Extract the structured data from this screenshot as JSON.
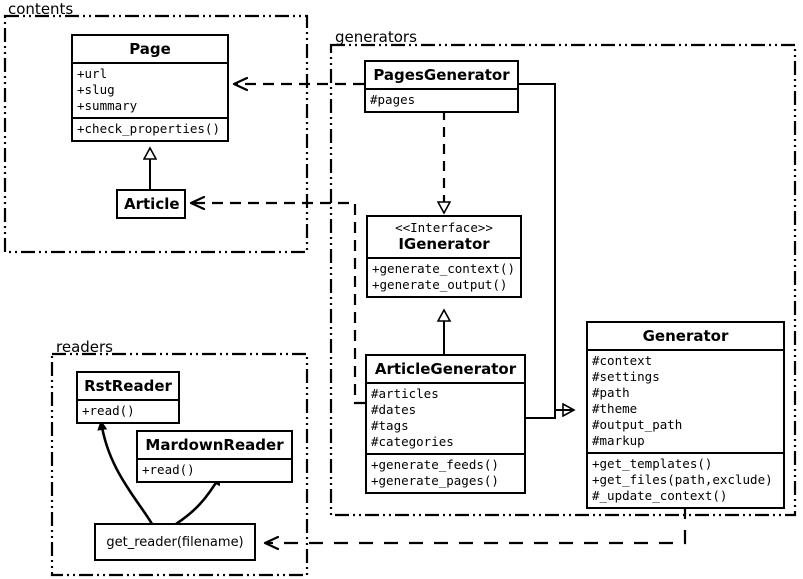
{
  "diagram": {
    "type": "uml-class-diagram",
    "packages": [
      {
        "name": "contents",
        "label": "contents"
      },
      {
        "name": "generators",
        "label": "generators"
      },
      {
        "name": "readers",
        "label": "readers"
      }
    ],
    "classes": [
      {
        "id": "page",
        "name": "Page",
        "stereotype": "",
        "attributes": [
          "+url",
          "+slug",
          "+summary"
        ],
        "operations": [
          "+check_properties()"
        ]
      },
      {
        "id": "article",
        "name": "Article",
        "stereotype": "",
        "attributes": [],
        "operations": []
      },
      {
        "id": "pages_generator",
        "name": "PagesGenerator",
        "stereotype": "",
        "attributes": [
          "#pages"
        ],
        "operations": []
      },
      {
        "id": "igenerator",
        "name": "IGenerator",
        "stereotype": "<<Interface>>",
        "attributes": [],
        "operations": [
          "+generate_context()",
          "+generate_output()"
        ]
      },
      {
        "id": "article_generator",
        "name": "ArticleGenerator",
        "stereotype": "",
        "attributes": [
          "#articles",
          "#dates",
          "#tags",
          "#categories"
        ],
        "operations": [
          "+generate_feeds()",
          "+generate_pages()"
        ]
      },
      {
        "id": "generator",
        "name": "Generator",
        "stereotype": "",
        "attributes": [
          "#context",
          "#settings",
          "#path",
          "#theme",
          "#output_path",
          "#markup"
        ],
        "operations": [
          "+get_templates()",
          "+get_files(path,exclude)",
          "#_update_context()"
        ]
      },
      {
        "id": "rst_reader",
        "name": "RstReader",
        "stereotype": "",
        "attributes": [],
        "operations": [
          "+read()"
        ]
      },
      {
        "id": "mardown_reader",
        "name": "MardownReader",
        "stereotype": "",
        "attributes": [],
        "operations": [
          "+read()"
        ]
      }
    ],
    "functions": [
      {
        "id": "get_reader",
        "label": "get_reader(filename)"
      }
    ],
    "relationships": [
      {
        "from": "article",
        "to": "page",
        "type": "generalization"
      },
      {
        "from": "pages_generator",
        "to": "page",
        "type": "dependency"
      },
      {
        "from": "article_generator",
        "to": "article",
        "type": "dependency"
      },
      {
        "from": "pages_generator",
        "to": "igenerator",
        "type": "realization"
      },
      {
        "from": "article_generator",
        "to": "igenerator",
        "type": "generalization"
      },
      {
        "from": "pages_generator",
        "to": "generator",
        "type": "generalization"
      },
      {
        "from": "article_generator",
        "to": "generator",
        "type": "generalization"
      },
      {
        "from": "generator",
        "to": "get_reader",
        "type": "dependency"
      },
      {
        "from": "get_reader",
        "to": "rst_reader",
        "type": "association"
      },
      {
        "from": "get_reader",
        "to": "mardown_reader",
        "type": "association"
      }
    ],
    "colors": {
      "stroke": "#000000",
      "background": "#ffffff",
      "text": "#000000"
    }
  }
}
